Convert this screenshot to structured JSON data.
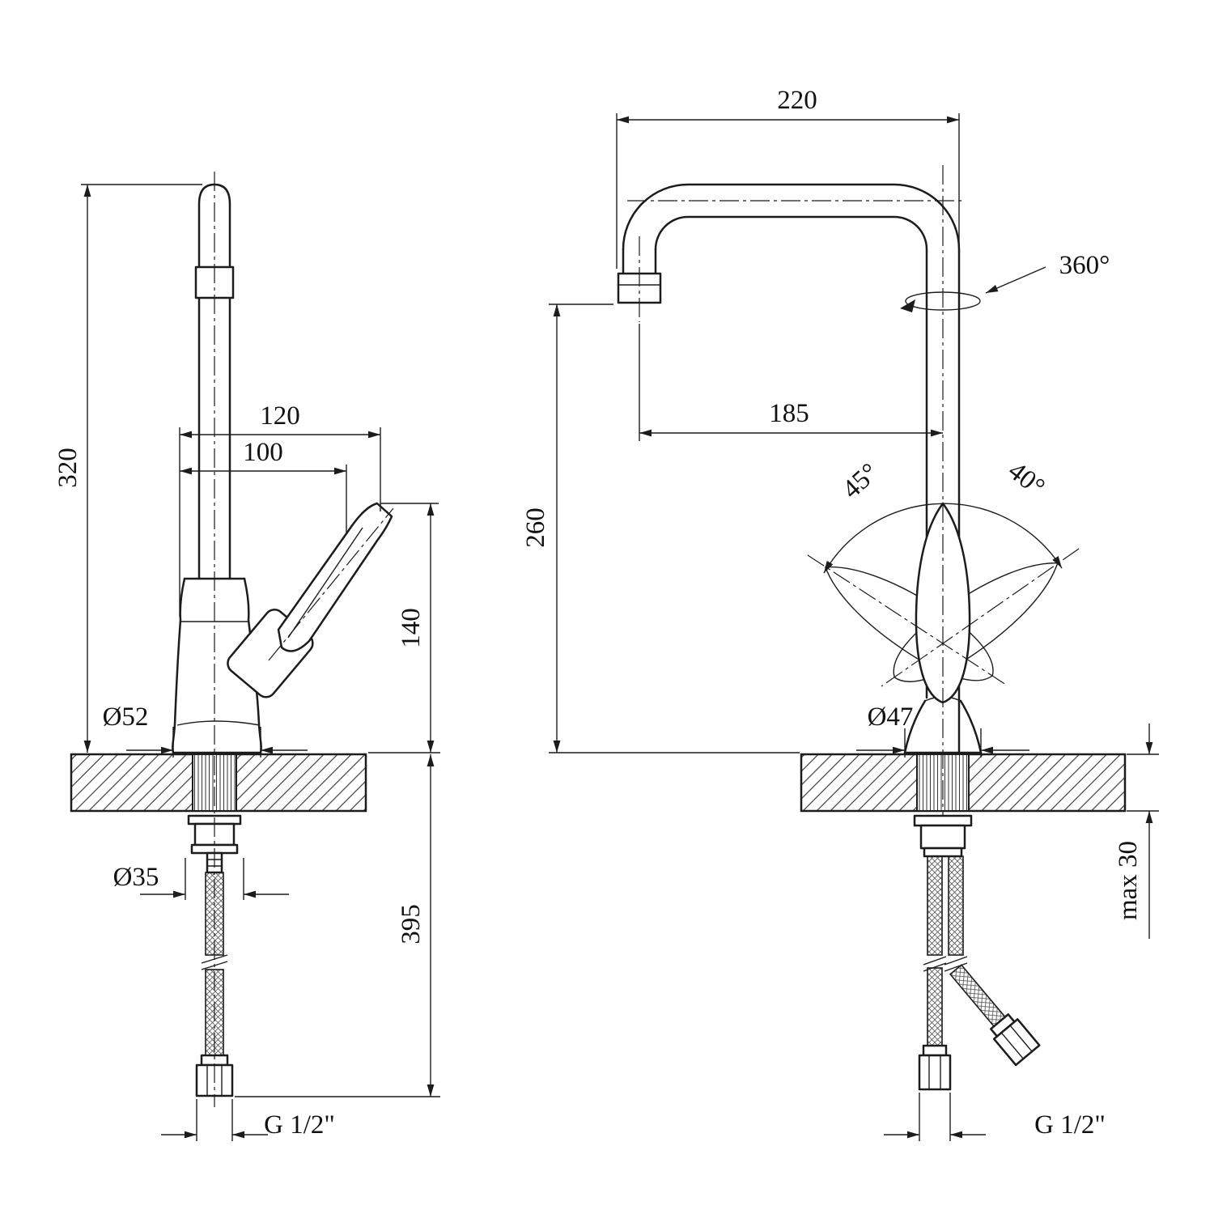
{
  "drawing": {
    "type": "faucet-technical-drawing",
    "line_color": "#1c1c1c",
    "background": "#ffffff",
    "left_view": {
      "height_total": "320",
      "handle_reach_max": "120",
      "handle_reach": "100",
      "handle_height": "140",
      "base_diameter": "Ø52",
      "hole_diameter": "Ø35",
      "hose_length": "395",
      "thread": "G 1/2\""
    },
    "right_view": {
      "spout_overall_width": "220",
      "spout_reach": "185",
      "spout_height": "260",
      "swivel_angle": "360°",
      "handle_angle_left": "45°",
      "handle_angle_right": "40°",
      "body_diameter": "Ø47",
      "max_deck_thickness": "max 30",
      "thread": "G 1/2\""
    }
  }
}
